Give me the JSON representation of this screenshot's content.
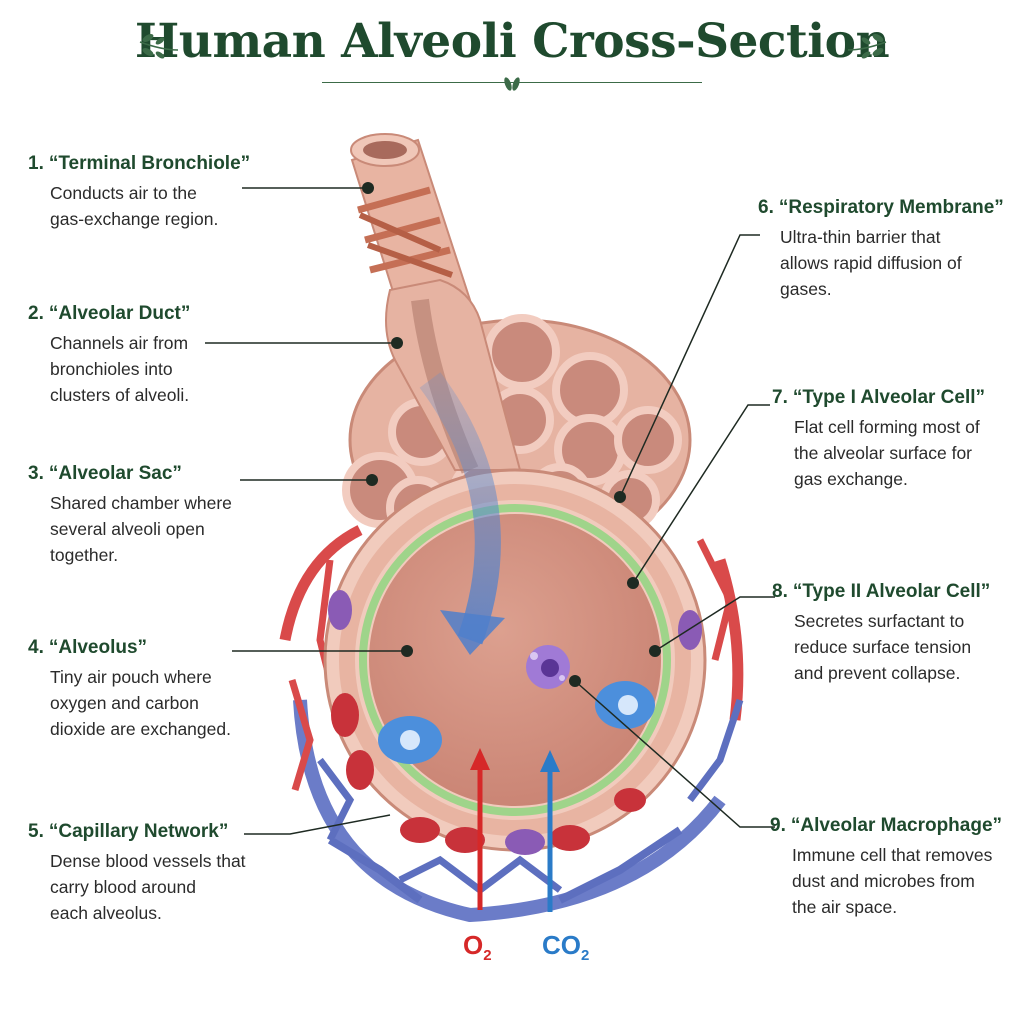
{
  "title": "Human Alveoli Cross-Section",
  "labels": [
    {
      "num": "1.",
      "name": "“Terminal Bronchiole”",
      "lines": [
        "Conducts air to the",
        "gas-exchange region."
      ]
    },
    {
      "num": "2.",
      "name": "“Alveolar Duct”",
      "lines": [
        "Channels air from",
        "bronchioles into",
        "clusters of alveoli."
      ]
    },
    {
      "num": "3.",
      "name": "“Alveolar Sac”",
      "lines": [
        "Shared chamber where",
        "several alveoli open",
        "together."
      ]
    },
    {
      "num": "4.",
      "name": "“Alveolus”",
      "lines": [
        "Tiny air pouch where",
        "oxygen and carbon",
        "dioxide are exchanged."
      ]
    },
    {
      "num": "5.",
      "name": "“Capillary Network”",
      "lines": [
        "Dense blood vessels that",
        "carry blood around",
        "each alveolus."
      ]
    },
    {
      "num": "6.",
      "name": "“Respiratory Membrane”",
      "lines": [
        "Ultra-thin barrier that",
        "allows rapid diffusion of",
        "gases."
      ]
    },
    {
      "num": "7.",
      "name": "“Type I Alveolar Cell”",
      "lines": [
        "Flat cell forming most of",
        "the alveolar surface for",
        "gas exchange."
      ]
    },
    {
      "num": "8.",
      "name": "“Type II Alveolar Cell”",
      "lines": [
        "Secretes surfactant to",
        "reduce surface tension",
        "and prevent collapse."
      ]
    },
    {
      "num": "9.",
      "name": "“Alveolar Macrophage”",
      "lines": [
        "Immune cell that removes",
        "dust and microbes from",
        "the air space."
      ]
    }
  ],
  "gases": {
    "o2": {
      "main": "O",
      "sub": "2",
      "color": "#d62828"
    },
    "co2": {
      "main": "CO",
      "sub": "2",
      "color": "#2a7bc8"
    }
  },
  "colors": {
    "title": "#1f4a2e",
    "tissue": "#e9b9a6",
    "artery": "#d94a4a",
    "vein": "#5d6fbf",
    "type1": "#9fd48a",
    "type2": "#4c8fdc",
    "macrophage": "#8b5cc4"
  }
}
